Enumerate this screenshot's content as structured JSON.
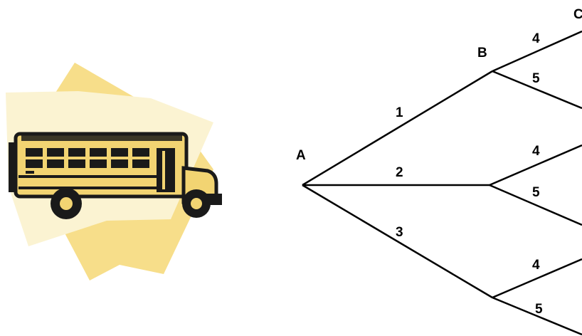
{
  "colors": {
    "background": "#ffffff",
    "line": "#000000",
    "bus_body": "#f2d472",
    "bus_outline": "#1a1a1a",
    "backdrop_dark": "#f7de8a",
    "backdrop_light": "#fbf3d2"
  },
  "clipart": {
    "icon": "school-bus-icon"
  },
  "tree": {
    "nodes": [
      {
        "id": "A",
        "label": "A"
      },
      {
        "id": "B",
        "label": "B"
      },
      {
        "id": "C",
        "label": "C"
      }
    ],
    "first_level_edges": [
      {
        "label": "1"
      },
      {
        "label": "2"
      },
      {
        "label": "3"
      }
    ],
    "second_level_edges": [
      {
        "parent": "1",
        "label": "4"
      },
      {
        "parent": "1",
        "label": "5"
      },
      {
        "parent": "2",
        "label": "4"
      },
      {
        "parent": "2",
        "label": "5"
      },
      {
        "parent": "3",
        "label": "4"
      },
      {
        "parent": "3",
        "label": "5"
      }
    ]
  }
}
